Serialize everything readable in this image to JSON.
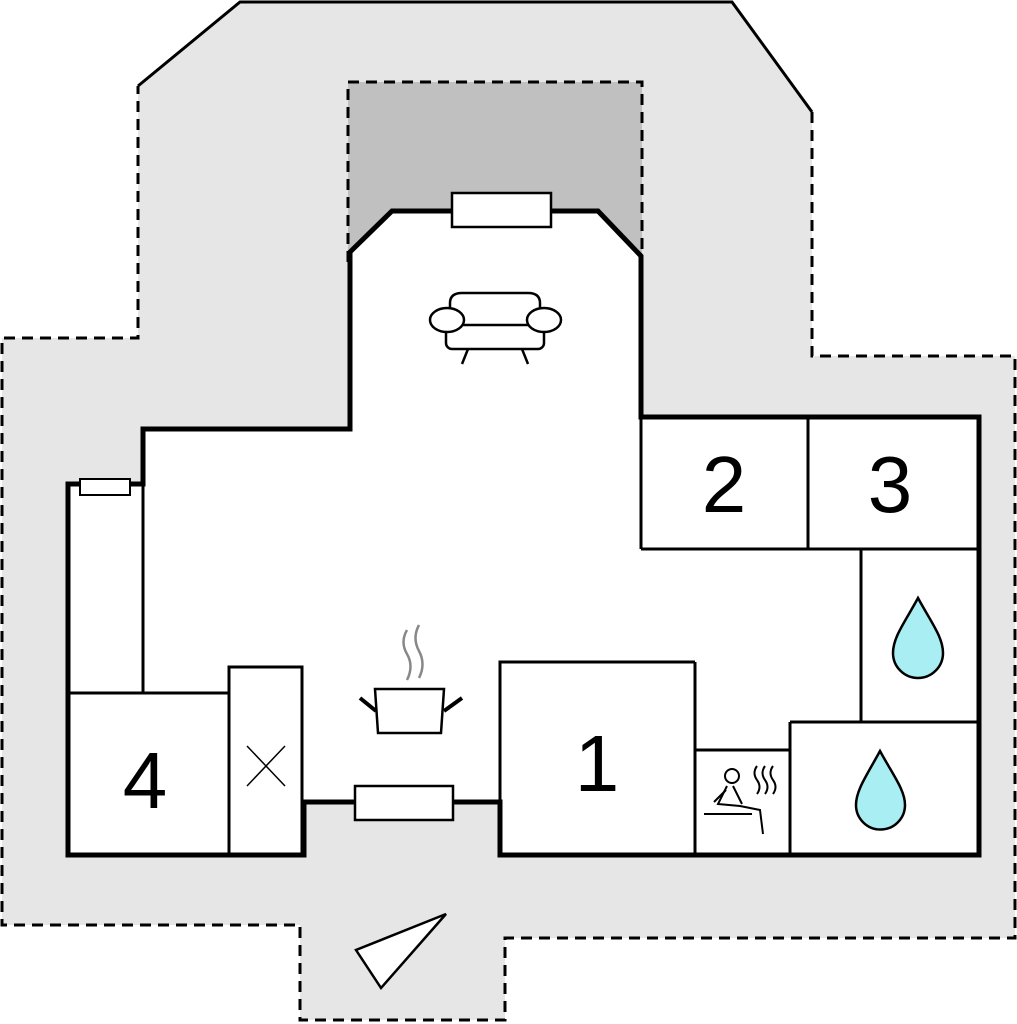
{
  "rooms": {
    "room1": "1",
    "room2": "2",
    "room3": "3",
    "room4": "4"
  },
  "icons": {
    "living": "sofa-icon",
    "kitchen": "cooking-pot-icon",
    "sauna": "sauna-icon",
    "bath_a": "water-drop-icon",
    "bath_b": "water-drop-icon",
    "storage": "cross-icon",
    "entrance": "entrance-arrow-icon"
  },
  "colors": {
    "terrace": "#e6e6e6",
    "covered_terrace": "#c0c0c0",
    "wall": "#000000",
    "floor": "#ffffff",
    "water": "#a8eef3"
  }
}
